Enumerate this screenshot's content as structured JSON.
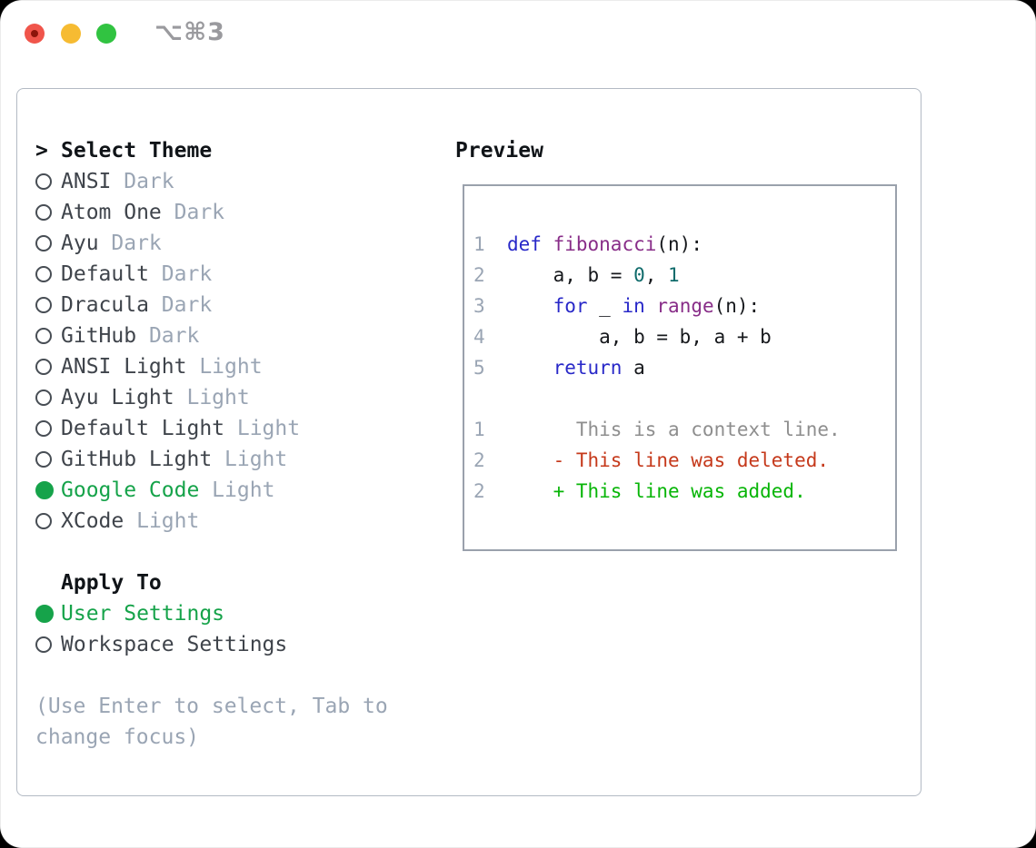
{
  "window": {
    "shortcut": "⌥⌘3",
    "traffic_lights": [
      "close",
      "minimize",
      "zoom"
    ]
  },
  "colors": {
    "tl-red": "#f0554b",
    "tl-red-dot": "#8c150b",
    "tl-yellow": "#f6bb32",
    "tl-green": "#31c341",
    "title-gray": "#9a9a9e",
    "panel-border": "#b3bac4",
    "preview-border": "#9aa1ac",
    "accent-green": "#16a34a",
    "heading": "#101418",
    "item-text": "#3f444b",
    "muted": "#9aa5b4",
    "radio-ring": "#474d54",
    "linenum": "#9aa5b4",
    "kwd": "#2828c8",
    "typ": "#882d88",
    "lit": "#0f6b6b",
    "pln": "#16181c",
    "ctx": "#8e8e8e",
    "del": "#c5391b",
    "add": "#07b507"
  },
  "theme_panel": {
    "header": {
      "marker": ">",
      "label": "Select Theme"
    },
    "themes": [
      {
        "name": "ANSI",
        "variant": "Dark",
        "selected": false
      },
      {
        "name": "Atom One",
        "variant": "Dark",
        "selected": false
      },
      {
        "name": "Ayu",
        "variant": "Dark",
        "selected": false
      },
      {
        "name": "Default",
        "variant": "Dark",
        "selected": false
      },
      {
        "name": "Dracula",
        "variant": "Dark",
        "selected": false
      },
      {
        "name": "GitHub",
        "variant": "Dark",
        "selected": false
      },
      {
        "name": "ANSI Light",
        "variant": "Light",
        "selected": false
      },
      {
        "name": "Ayu Light",
        "variant": "Light",
        "selected": false
      },
      {
        "name": "Default Light",
        "variant": "Light",
        "selected": false
      },
      {
        "name": "GitHub Light",
        "variant": "Light",
        "selected": false
      },
      {
        "name": "Google Code",
        "variant": "Light",
        "selected": true
      },
      {
        "name": "XCode",
        "variant": "Light",
        "selected": false
      }
    ],
    "apply_to": {
      "label": "Apply To",
      "options": [
        {
          "name": "User Settings",
          "selected": true
        },
        {
          "name": "Workspace Settings",
          "selected": false
        }
      ]
    },
    "help_lines": [
      "(Use Enter to select, Tab to",
      "change focus)"
    ]
  },
  "preview": {
    "title": "Preview",
    "code_lines": [
      {
        "num": "1",
        "segments": [
          {
            "t": "def",
            "c": "kwd"
          },
          {
            "t": " ",
            "c": "pln"
          },
          {
            "t": "fibonacci",
            "c": "typ"
          },
          {
            "t": "(n):",
            "c": "pln"
          }
        ]
      },
      {
        "num": "2",
        "segments": [
          {
            "t": "    a, b = ",
            "c": "pln"
          },
          {
            "t": "0",
            "c": "lit"
          },
          {
            "t": ", ",
            "c": "pln"
          },
          {
            "t": "1",
            "c": "lit"
          }
        ]
      },
      {
        "num": "3",
        "segments": [
          {
            "t": "    ",
            "c": "pln"
          },
          {
            "t": "for",
            "c": "kwd"
          },
          {
            "t": " _ ",
            "c": "pln"
          },
          {
            "t": "in",
            "c": "kwd"
          },
          {
            "t": " ",
            "c": "pln"
          },
          {
            "t": "range",
            "c": "typ"
          },
          {
            "t": "(n):",
            "c": "pln"
          }
        ]
      },
      {
        "num": "4",
        "segments": [
          {
            "t": "        a, b = b, a + b",
            "c": "pln"
          }
        ]
      },
      {
        "num": "5",
        "segments": [
          {
            "t": "    ",
            "c": "pln"
          },
          {
            "t": "return",
            "c": "kwd"
          },
          {
            "t": " a",
            "c": "pln"
          }
        ]
      },
      {
        "num": "",
        "segments": []
      },
      {
        "num": "1",
        "segments": [
          {
            "t": "      This is a context line.",
            "c": "ctx"
          }
        ]
      },
      {
        "num": "2",
        "segments": [
          {
            "t": "    - This line was deleted.",
            "c": "del"
          }
        ]
      },
      {
        "num": "2",
        "segments": [
          {
            "t": "    + This line was added.",
            "c": "add"
          }
        ]
      }
    ]
  }
}
